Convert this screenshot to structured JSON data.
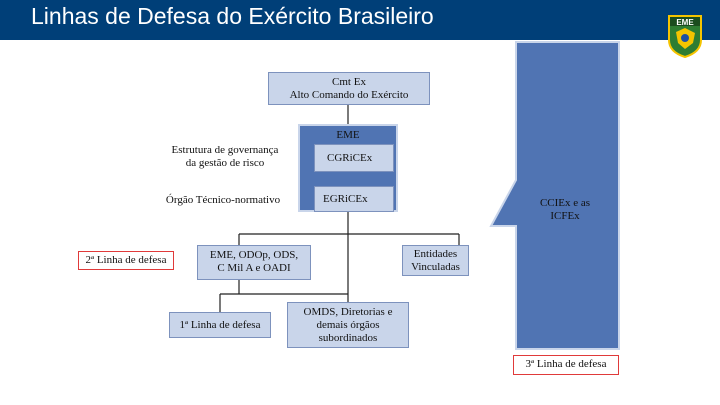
{
  "header": {
    "title": "Linhas de Defesa do Exército Brasileiro",
    "badge_text": "EME",
    "colors": {
      "bar": "#003f78",
      "badge_green": "#2e7d32",
      "badge_yellow": "#f5c400",
      "badge_blue": "#1e4fa3"
    }
  },
  "diagram": {
    "cmt": {
      "line1": "Cmt Ex",
      "line2": "Alto Comando do Exército"
    },
    "eme": {
      "title": "EME",
      "cgric": "CGRiCEx",
      "egric": "EGRiCEx"
    },
    "left_labels": {
      "gov_line1": "Estrutura de governança",
      "gov_line2": "da gestão de risco",
      "tecnico": "Órgão Técnico-normativo"
    },
    "eme_odop": {
      "line1": "EME, ODOp, ODS,",
      "line2": "C Mil A e OADI"
    },
    "entidades": {
      "line1": "Entidades",
      "line2": "Vinculadas"
    },
    "omds": {
      "line1": "OMDS, Diretorias e",
      "line2": "demais órgãos",
      "line3": "subordinados"
    },
    "ccie": {
      "line1": "CCIEx e as",
      "line2": "ICFEx"
    },
    "linha2": "2ª Linha de defesa",
    "linha1": "1ª Linha de defesa",
    "linha3": "3ª Linha de defesa",
    "colors": {
      "box_fill": "#c9d5ea",
      "box_border": "#7d92bd",
      "solid_blue": "#5074b3",
      "red": "#e03a3a"
    }
  }
}
